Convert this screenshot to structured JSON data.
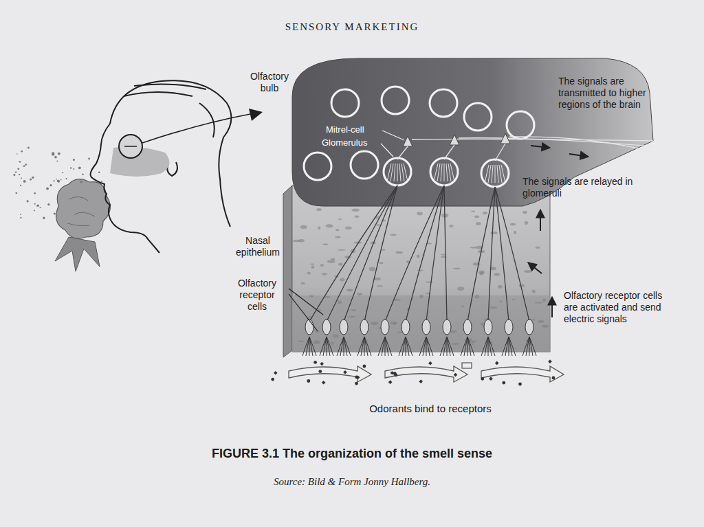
{
  "diagram": {
    "caption": "FIGURE 3.1 The organization of the smell sense",
    "labels": [
      "SENSORY MARKETING",
      "Olfactory bulb",
      "Mitrel-cell",
      "Glomerulus",
      "The signals are transmitted to higher regions of the brain",
      "The signals are relayed in glomeruli",
      "Nasal epithelium",
      "Olfactory receptor cells",
      "Olfactory receptor cells are activated and send electric signals",
      "Odorants bind to receptors",
      "Source: Bild & Form Jonny Hallberg."
    ]
  }
}
